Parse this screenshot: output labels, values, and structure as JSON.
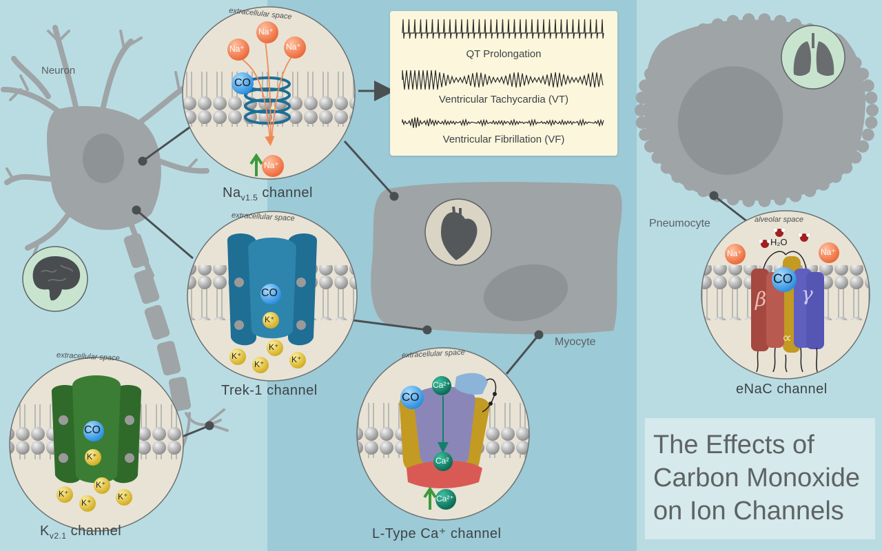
{
  "labels": {
    "neuron": "Neuron",
    "myocyte": "Myocyte",
    "pneumocyte": "Pneumocyte"
  },
  "space_labels": {
    "extracellular": "extracellular space",
    "alveolar": "alveolar space"
  },
  "channels": {
    "nav": {
      "main": "Na",
      "sub": "v1.5",
      "rest": " channel"
    },
    "trek": "Trek-1 channel",
    "kv": {
      "main": "K",
      "sub": "v2.1",
      "rest": " channel"
    },
    "ltype": "L-Type Ca⁺ channel",
    "enac": "eNaC channel"
  },
  "molecules": {
    "co": "CO",
    "na": "Na⁺",
    "k": "K⁺",
    "ca": "Ca²⁺",
    "ca_partial": "Ca²",
    "h2o": "H₂O",
    "beta": "β",
    "gamma": "γ",
    "alpha": "∝"
  },
  "ecg": {
    "qt": "QT Prolongation",
    "vt": "Ventricular Tachycardia (VT)",
    "vf": "Ventricular Fibrillation (VF)"
  },
  "title": {
    "line1": "The Effects of",
    "line2": "Carbon Monoxide",
    "line3": "on Ion Channels"
  },
  "colors": {
    "panel_left": "#b9dce3",
    "panel_mid": "#9ccad6",
    "cell_gray": "#9fa4a6",
    "co_blue": "#3fa4ea",
    "na_orange": "#f07a4b",
    "k_yellow": "#e6c43a",
    "ca_teal": "#13806a",
    "trek_blue": "#1f6e94",
    "kv_green": "#2f6a2a",
    "arrow_green": "#3b9a3b"
  },
  "icons": [
    "brain-icon",
    "heart-icon",
    "lungs-icon"
  ]
}
